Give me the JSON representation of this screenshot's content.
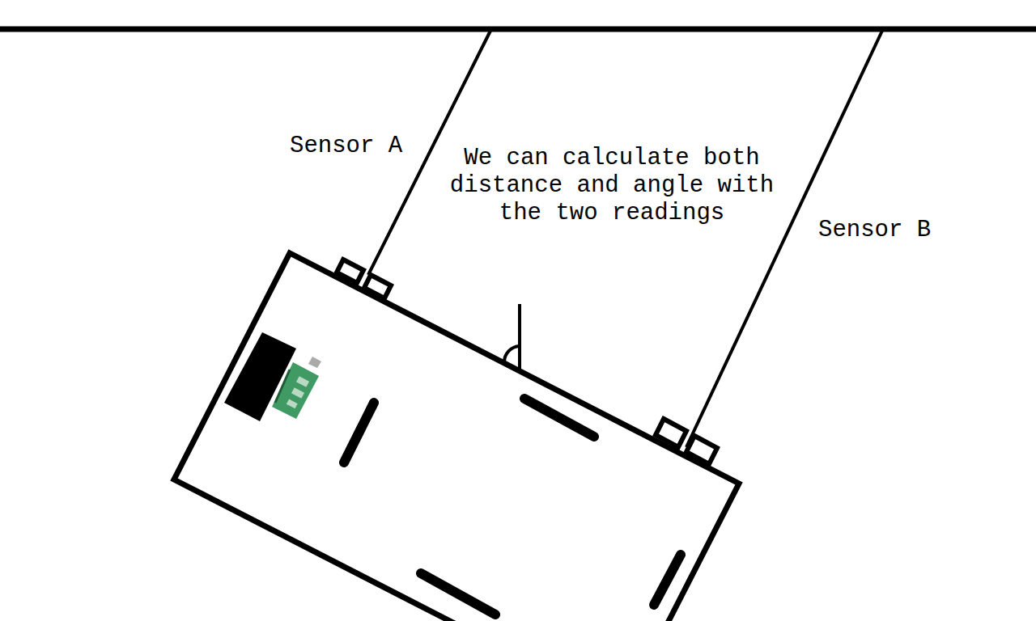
{
  "diagram": {
    "labels": [
      "Sensor A",
      "We can calculate both distance and angle with the two readings",
      "Sensor B"
    ]
  }
}
